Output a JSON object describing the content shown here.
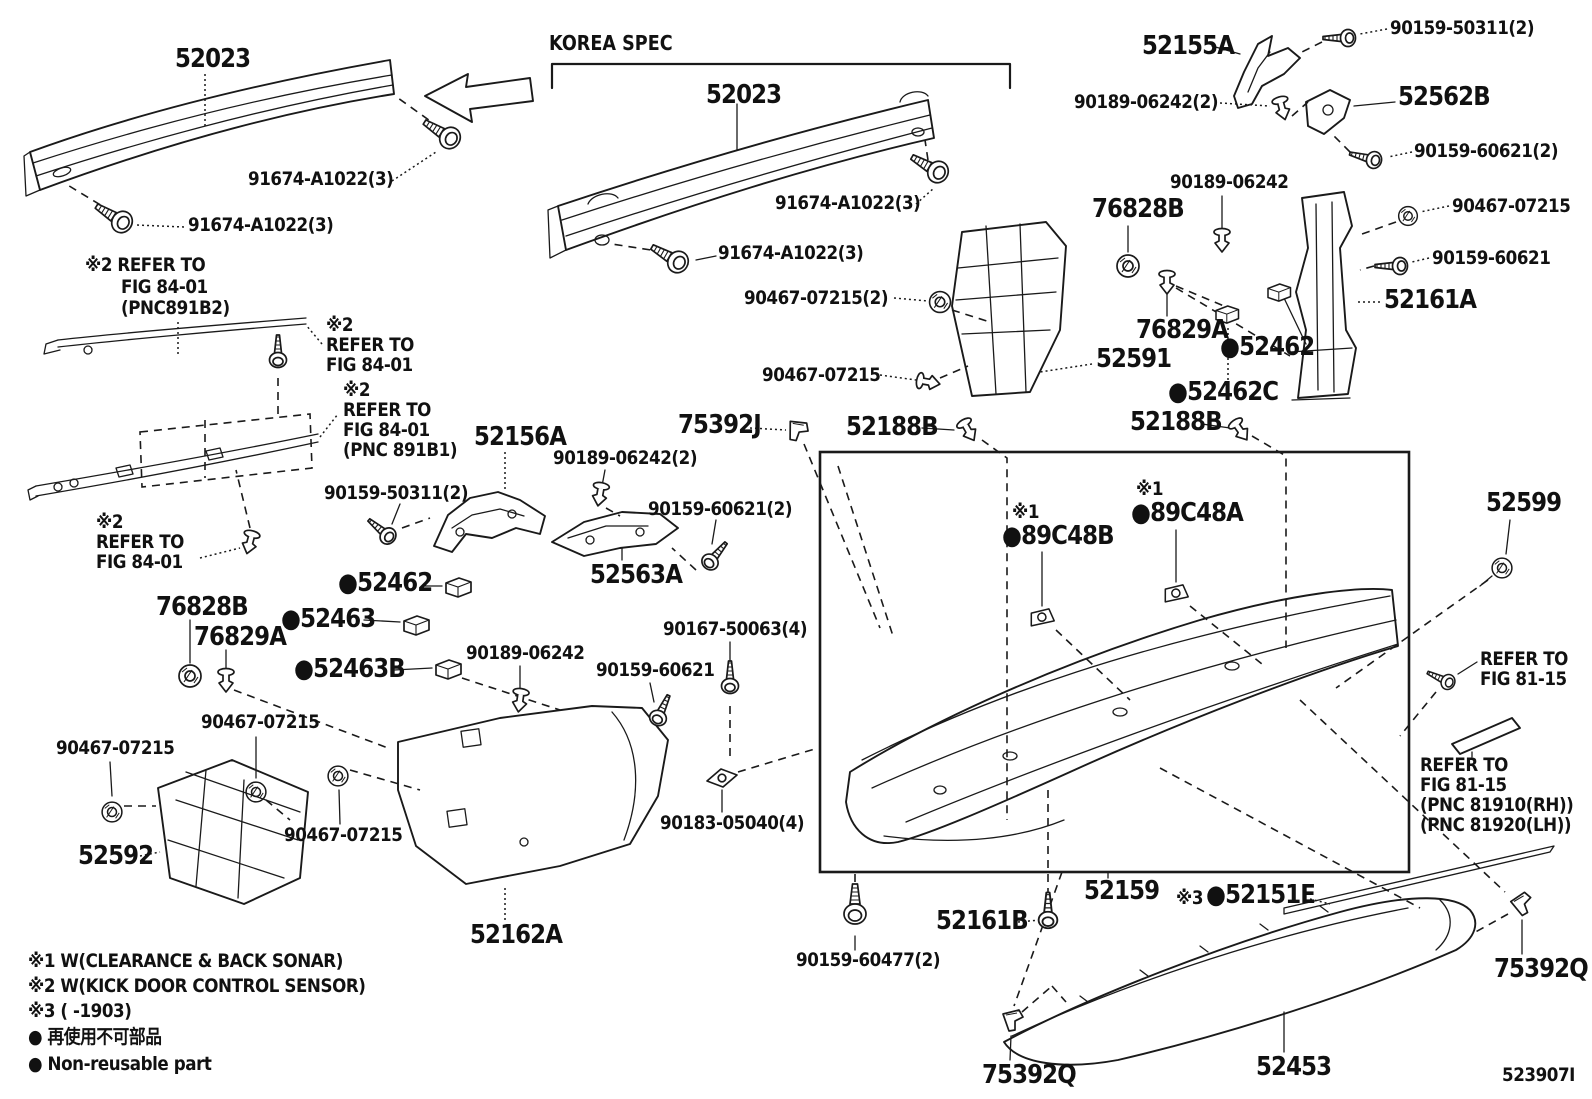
{
  "korea_spec": "KOREA SPEC",
  "drawing_code": "523907I",
  "legend": {
    "note1": "※1 W(CLEARANCE & BACK SONAR)",
    "note2": "※2 W(KICK DOOR CONTROL SENSOR)",
    "note3": "※3 (      -1903)",
    "nonreusable_jp": "● 再使用不可部品",
    "nonreusable_en": "● Non-reusable part"
  },
  "labels": [
    {
      "t": "52023"
    },
    {
      "t": "91674-A1022(3)"
    },
    {
      "t": "91674-A1022(3)"
    },
    {
      "t": "※2 REFER TO"
    },
    {
      "t": "FIG 84-01"
    },
    {
      "t": "(PNC891B2)"
    },
    {
      "t": "52023"
    },
    {
      "t": "91674-A1022(3)"
    },
    {
      "t": "91674-A1022(3)"
    },
    {
      "t": "90467-07215(2)"
    },
    {
      "t": "90467-07215"
    },
    {
      "t": "※2"
    },
    {
      "t": "REFER TO"
    },
    {
      "t": "FIG 84-01"
    },
    {
      "t": "※2"
    },
    {
      "t": "REFER TO"
    },
    {
      "t": "FIG 84-01"
    },
    {
      "t": "(PNC 891B1)"
    },
    {
      "t": "※2"
    },
    {
      "t": "REFER TO"
    },
    {
      "t": "FIG 84-01"
    },
    {
      "t": "52156A"
    },
    {
      "t": "90159-50311(2)"
    },
    {
      "t": "90189-06242(2)"
    },
    {
      "t": "90159-60621(2)"
    },
    {
      "t": "52563A"
    },
    {
      "t": "75392J"
    },
    {
      "t": "52188B"
    },
    {
      "t": "90167-50063(4)"
    },
    {
      "t": "90189-06242"
    },
    {
      "t": "90159-60621"
    },
    {
      "t": "●52462"
    },
    {
      "t": "●52463"
    },
    {
      "t": "●52463B"
    },
    {
      "t": "76828B"
    },
    {
      "t": "76829A"
    },
    {
      "t": "90467-07215"
    },
    {
      "t": "90467-07215"
    },
    {
      "t": "90467-07215"
    },
    {
      "t": "52592"
    },
    {
      "t": "52162A"
    },
    {
      "t": "90183-05040(4)"
    },
    {
      "t": "90159-60477(2)"
    },
    {
      "t": "52159"
    },
    {
      "t": "52161B"
    },
    {
      "t": "※3"
    },
    {
      "t": "●52151E"
    },
    {
      "t": "75392Q"
    },
    {
      "t": "52453"
    },
    {
      "t": "75392Q"
    },
    {
      "t": "52155A"
    },
    {
      "t": "90159-50311(2)"
    },
    {
      "t": "90189-06242(2)"
    },
    {
      "t": "52562B"
    },
    {
      "t": "90159-60621(2)"
    },
    {
      "t": "90189-06242"
    },
    {
      "t": "76828B"
    },
    {
      "t": "90467-07215"
    },
    {
      "t": "90159-60621"
    },
    {
      "t": "52161A"
    },
    {
      "t": "76829A"
    },
    {
      "t": "52591"
    },
    {
      "t": "●52462"
    },
    {
      "t": "●52462C"
    },
    {
      "t": "52188B"
    },
    {
      "t": "※1"
    },
    {
      "t": "●89C48B"
    },
    {
      "t": "※1"
    },
    {
      "t": "●89C48A"
    },
    {
      "t": "52599"
    },
    {
      "t": "REFER TO"
    },
    {
      "t": "FIG 81-15"
    },
    {
      "t": "REFER TO"
    },
    {
      "t": "FIG 81-15"
    },
    {
      "t": "(PNC 81910(RH))"
    },
    {
      "t": "(PNC 81920(LH))"
    }
  ]
}
